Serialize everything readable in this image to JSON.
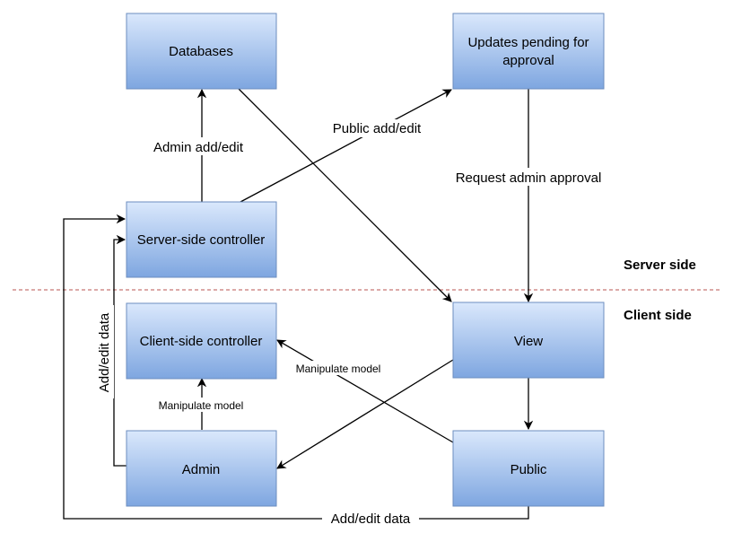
{
  "colors": {
    "node_fill_top": "#dae8fc",
    "node_fill_bottom": "#7ea6e0",
    "node_stroke": "#6c8ebf",
    "divider": "#b85450"
  },
  "nodes": {
    "databases": "Databases",
    "updates_pending_line1": "Updates pending for",
    "updates_pending_line2": "approval",
    "server_controller": "Server-side controller",
    "client_controller": "Client-side controller",
    "view": "View",
    "admin": "Admin",
    "public": "Public"
  },
  "edges": {
    "admin_add_edit": "Admin add/edit",
    "public_add_edit": "Public add/edit",
    "request_admin_approval": "Request admin approval",
    "manipulate_model_admin": "Manipulate model",
    "manipulate_model_public": "Manipulate model",
    "add_edit_data_admin": "Add/edit data",
    "add_edit_data_public": "Add/edit data"
  },
  "regions": {
    "server_side": "Server side",
    "client_side": "Client side"
  }
}
